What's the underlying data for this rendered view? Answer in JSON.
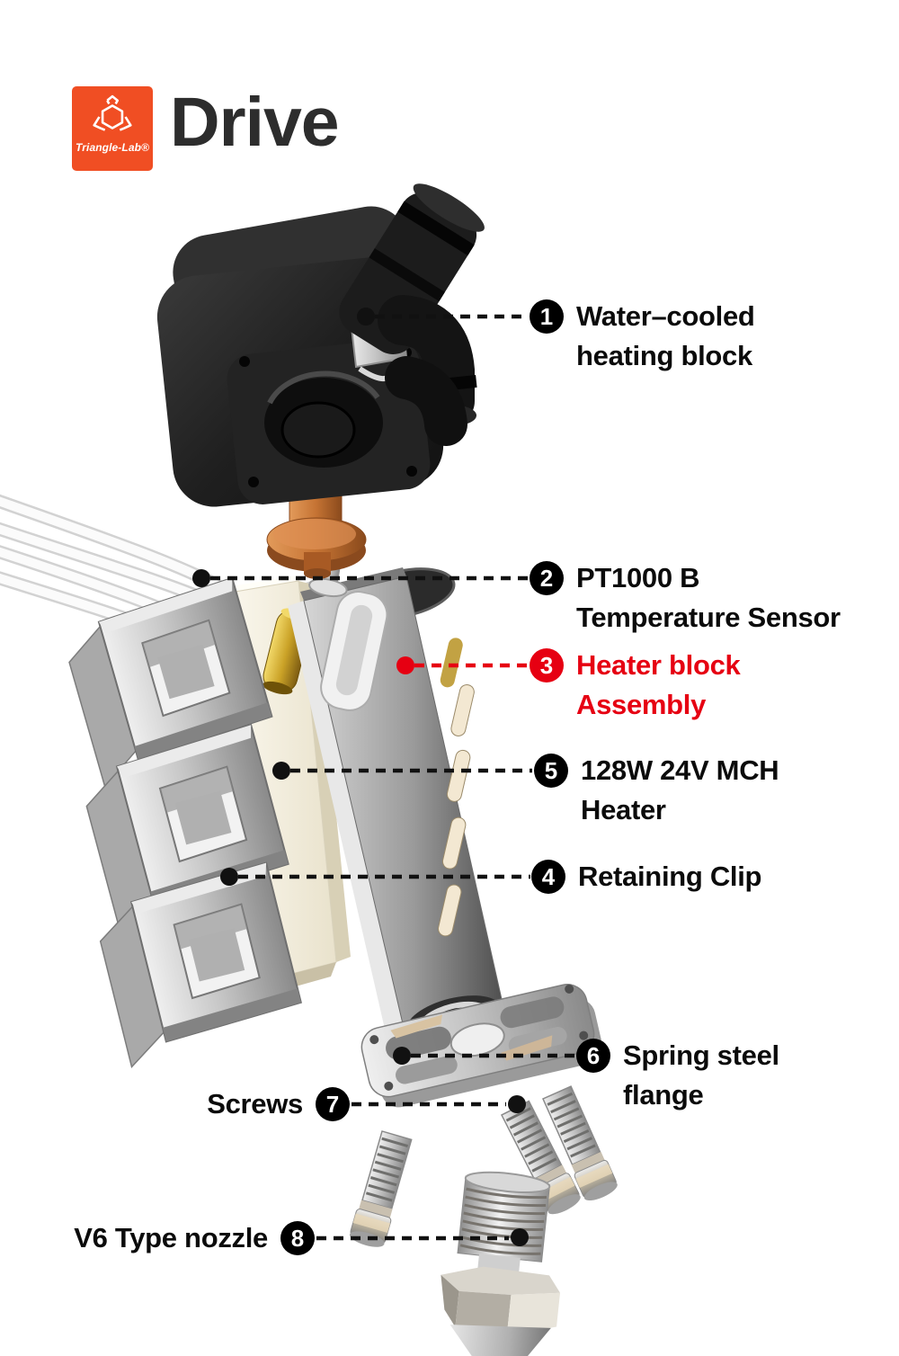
{
  "header": {
    "brand": "Triangle-Lab®",
    "title": "Drive",
    "brand_color": "#F04E23",
    "title_color": "#2D2D2D"
  },
  "colors": {
    "callout_default": "#000000",
    "callout_accent_red": "#E60012",
    "leader_line": "#111111"
  },
  "callouts": [
    {
      "num": "1",
      "lines": [
        "Water–cooled",
        "heating block"
      ]
    },
    {
      "num": "2",
      "lines": [
        "PT1000 B",
        "Temperature Sensor"
      ]
    },
    {
      "num": "3",
      "lines": [
        "Heater block",
        "Assembly"
      ]
    },
    {
      "num": "5",
      "lines": [
        "128W 24V MCH",
        "Heater"
      ]
    },
    {
      "num": "4",
      "lines": [
        "Retaining Clip"
      ]
    },
    {
      "num": "6",
      "lines": [
        "Spring steel",
        "flange"
      ]
    },
    {
      "num": "7",
      "lines": [
        "Screws"
      ]
    },
    {
      "num": "8",
      "lines": [
        "V6 Type nozzle"
      ]
    }
  ]
}
